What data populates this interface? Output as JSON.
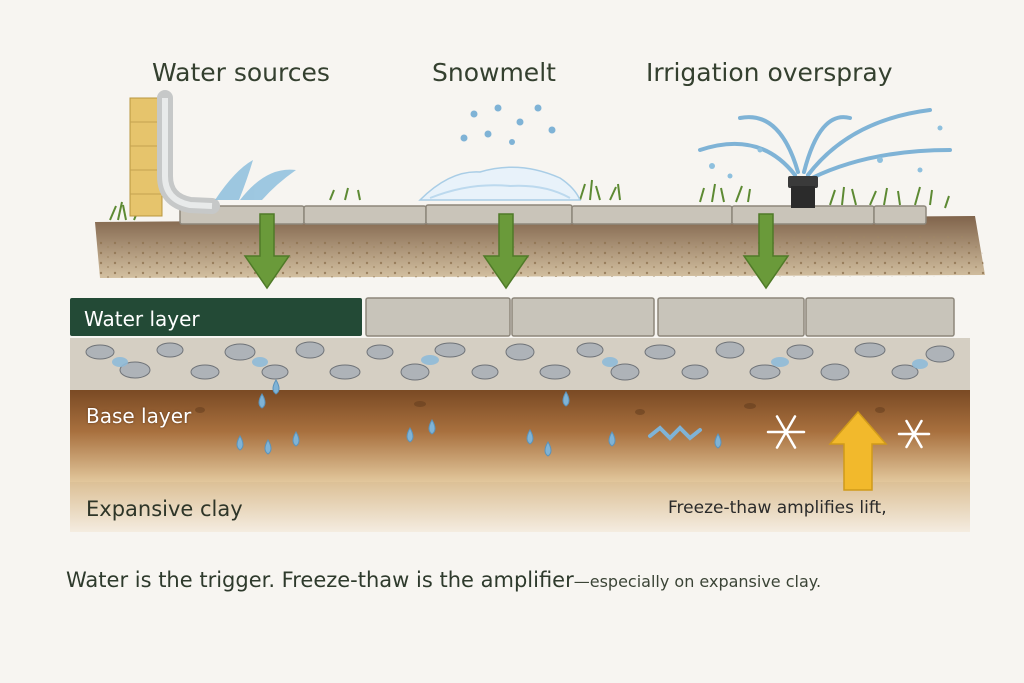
{
  "labels": {
    "water_sources": "Water sources",
    "snowmelt": "Snowmelt",
    "irrigation": "Irrigation overspray",
    "water_layer": "Water layer",
    "base_layer": "Base layer",
    "expansive_clay": "Expansive clay",
    "freeze_thaw": "Freeze-thaw amplifies lift,"
  },
  "caption": {
    "main": "Water is the trigger. Freeze-thaw is the amplifier",
    "secondary": "—especially on expansive clay."
  },
  "colors": {
    "down_arrow": "#6a9a3a",
    "lift_arrow": "#f2b92c",
    "water_tag": "#234a36",
    "water_drop": "#7fb3d6",
    "soil": "#a86a3a",
    "paver": "#c8c4ba"
  },
  "icons": [
    "downspout-icon",
    "sprinkler-head-icon",
    "snowflake-icon",
    "down-arrow-icon",
    "up-arrow-icon"
  ]
}
